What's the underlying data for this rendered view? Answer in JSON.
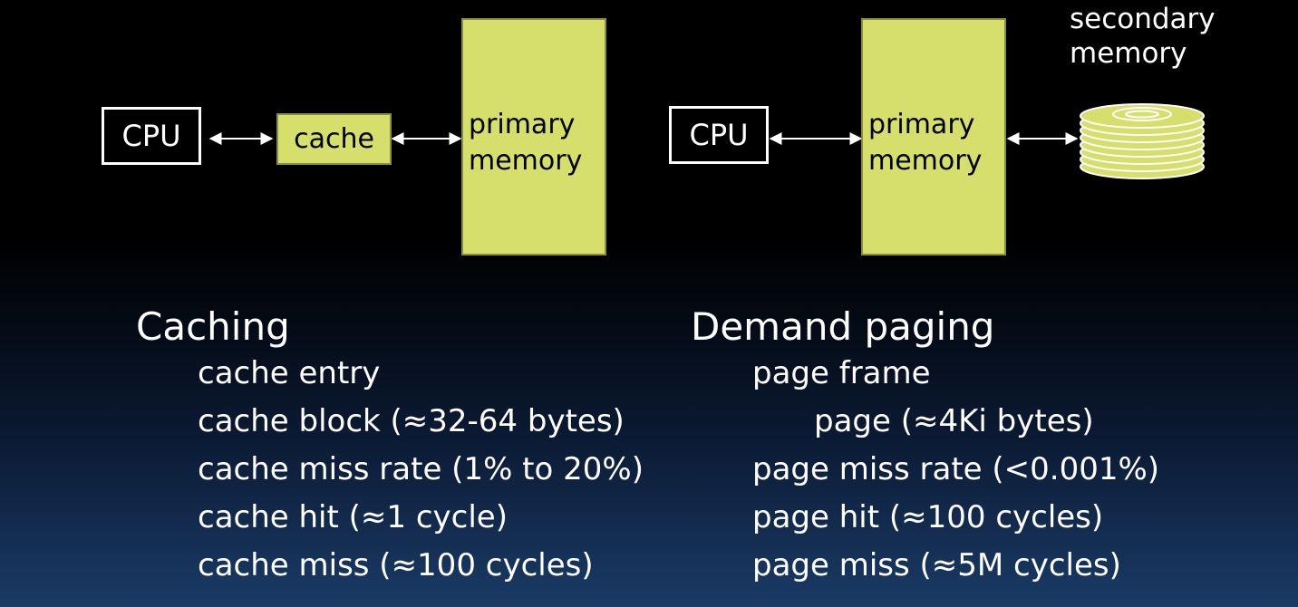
{
  "left_diagram": {
    "cpu_label": "CPU",
    "cache_label": "cache",
    "memory_label_line1": "primary",
    "memory_label_line2": "memory"
  },
  "right_diagram": {
    "cpu_label": "CPU",
    "memory_label_line1": "primary",
    "memory_label_line2": "memory",
    "secondary_label_line1": "secondary",
    "secondary_label_line2": "memory",
    "disk_icon": "disk-stack-icon"
  },
  "caching": {
    "heading": "Caching",
    "items": [
      "cache entry",
      "cache block (≈32-64 bytes)",
      "cache miss rate (1% to 20%)",
      "cache hit (≈1 cycle)",
      "cache miss (≈100 cycles)"
    ]
  },
  "paging": {
    "heading": "Demand paging",
    "items": [
      "page frame",
      "page (≈4Ki bytes)",
      "page miss rate (<0.001%)",
      "page hit (≈100 cycles)",
      "page miss (≈5M cycles)"
    ]
  },
  "colors": {
    "memory_fill": "#d6de6c",
    "background_top": "#000000",
    "background_bottom": "#1a3b66"
  }
}
